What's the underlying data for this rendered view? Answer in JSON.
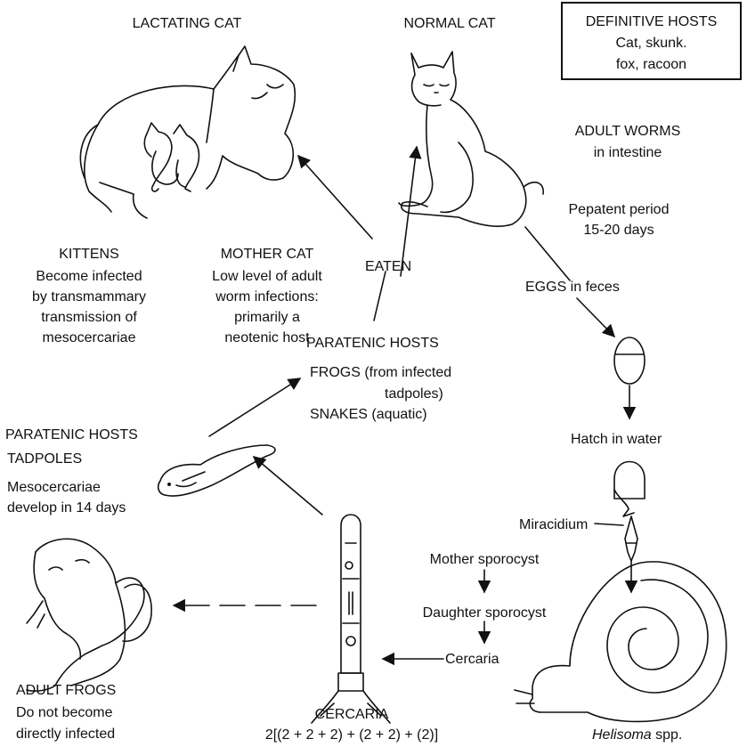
{
  "labels": {
    "lactating_cat": "LACTATING CAT",
    "normal_cat": "NORMAL CAT",
    "definitive_hosts_title": "DEFINITIVE HOSTS",
    "definitive_hosts_line1": "Cat, skunk.",
    "definitive_hosts_line2": "fox, racoon",
    "adult_worms_title": "ADULT WORMS",
    "adult_worms_sub": "in intestine",
    "prepatent_line1": "Pepatent period",
    "prepatent_line2": "15-20 days",
    "eggs": "EGGS in feces",
    "hatch": "Hatch in water",
    "miracidium": "Miracidium",
    "mother_sporocyst": "Mother sporocyst",
    "daughter_sporocyst": "Daughter sporocyst",
    "cercaria_stage": "Cercaria",
    "snail": "Helisoma",
    "snail_suffix": " spp.",
    "cercaria_title": "CERCARIA",
    "cercaria_formula": "2[(2 + 2 + 2) + (2 + 2) + (2)]",
    "adult_frogs_title": "ADULT FROGS",
    "adult_frogs_line1": "Do not become",
    "adult_frogs_line2": "directly infected",
    "paratenic_tadpoles_title": "PARATENIC HOSTS",
    "tadpoles_title": "TADPOLES",
    "tadpoles_line1": "Mesocercariae",
    "tadpoles_line2": "develop in 14 days",
    "paratenic_title": "PARATENIC HOSTS",
    "frogs_line1": "FROGS (from infected",
    "frogs_line2": "tadpoles)",
    "snakes_line": "SNAKES (aquatic)",
    "eaten": "EATEN",
    "kittens_title": "KITTENS",
    "kittens_line1": "Become infected",
    "kittens_line2": "by transmammary",
    "kittens_line3": "transmission of",
    "kittens_line4": "mesocercariae",
    "mother_title": "MOTHER CAT",
    "mother_line1": "Low level of adult",
    "mother_line2": "worm infections:",
    "mother_line3": "primarily a",
    "mother_line4": "neotenic host"
  },
  "colors": {
    "ink": "#111111",
    "paper": "#ffffff"
  },
  "icons": [
    "lactating-cat-drawing",
    "normal-cat-drawing",
    "egg-drawing",
    "hatching-egg-drawing",
    "miracidium-drawing",
    "snail-drawing",
    "cercaria-drawing",
    "tadpole-drawing",
    "frog-drawing"
  ]
}
